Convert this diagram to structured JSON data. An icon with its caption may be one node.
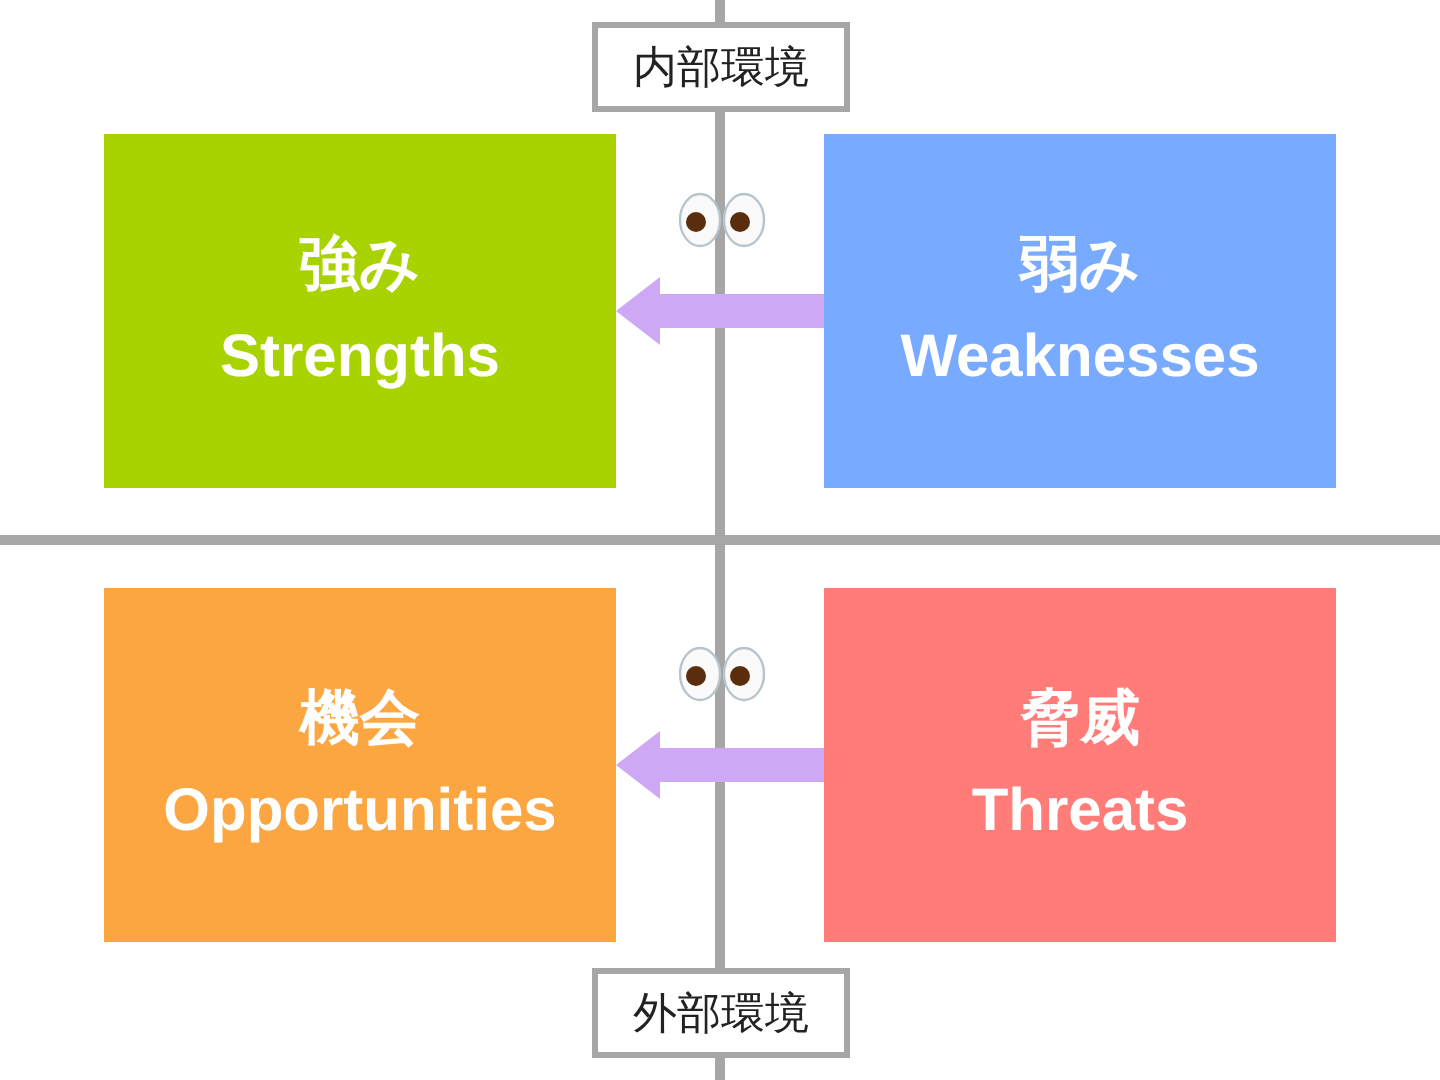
{
  "diagram": {
    "nodes": [
      {
        "text": [
          "内部環境"
        ]
      },
      {
        "text": [
          "強み",
          "Strengths"
        ]
      },
      {
        "text": [
          "弱み",
          "Weaknesses"
        ]
      },
      {
        "text": [
          "機会",
          "Opportunities"
        ]
      },
      {
        "text": [
          "脅威",
          "Threats"
        ]
      },
      {
        "text": [
          "外部環境"
        ]
      }
    ],
    "edges": [
      {
        "from": 2,
        "to": 1,
        "arrow": "to"
      },
      {
        "from": 4,
        "to": 3,
        "arrow": "to"
      }
    ]
  }
}
